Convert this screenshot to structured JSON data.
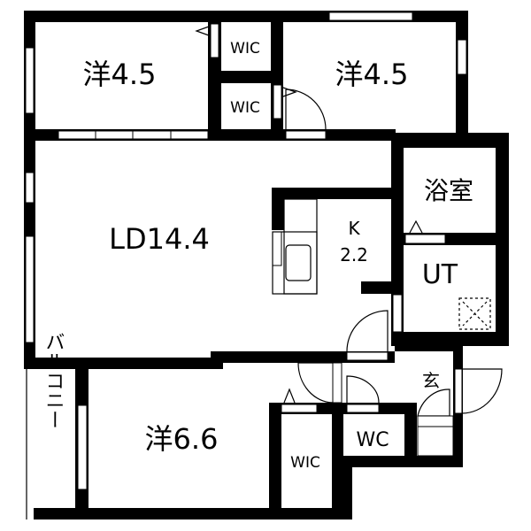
{
  "rooms": {
    "bedroom_1": "洋4.5",
    "bedroom_2": "洋4.5",
    "wic_1": "WIC",
    "wic_2": "WIC",
    "living_dining": "LD14.4",
    "kitchen_k": "K",
    "kitchen_size": "2.2",
    "bath": "浴室",
    "utility": "UT",
    "bedroom_3": "洋6.6",
    "wic_3": "WIC",
    "toilet": "WC",
    "entrance": "玄",
    "balcony": "バルコニー"
  }
}
